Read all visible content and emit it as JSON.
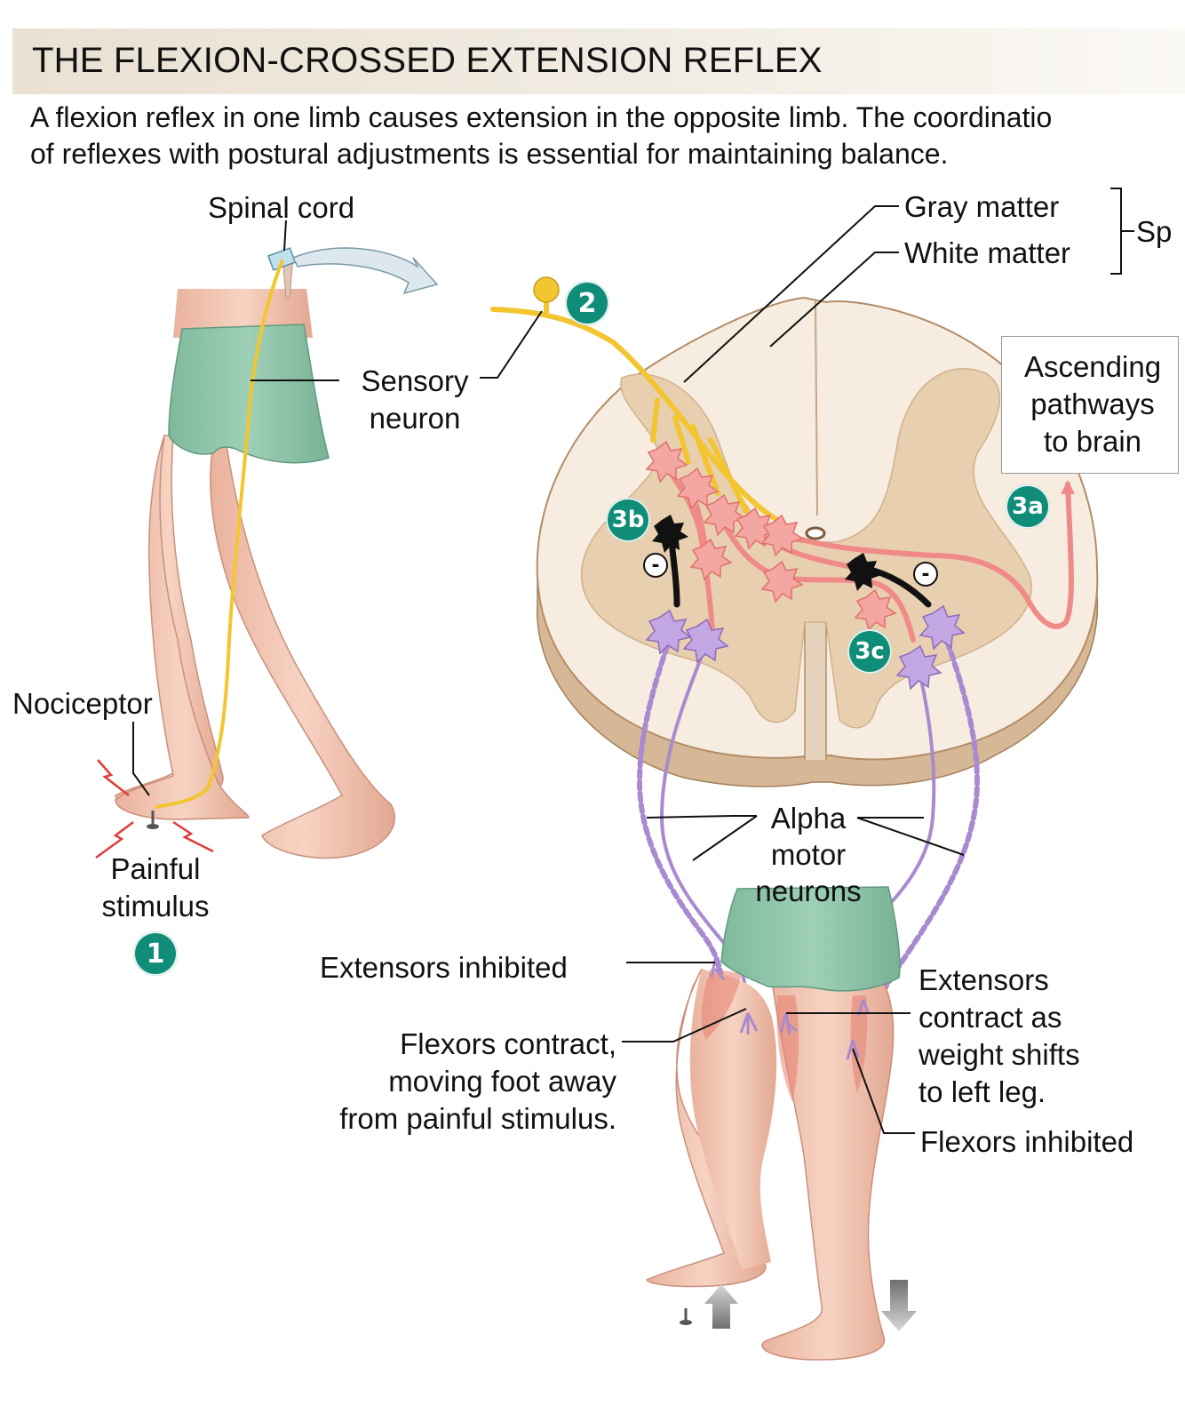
{
  "header": {
    "title": "THE FLEXION-CROSSED EXTENSION REFLEX",
    "subtitle_line1": "A flexion reflex in one limb causes extension in the opposite limb. The coordinatio",
    "subtitle_line2": "of reflexes with postural adjustments is essential for maintaining balance."
  },
  "labels": {
    "spinal_cord": "Spinal cord",
    "gray_matter": "Gray matter",
    "white_matter": "White matter",
    "spinal_bracket": "Sp",
    "sensory_neuron_1": "Sensory",
    "sensory_neuron_2": "neuron",
    "ascending_1": "Ascending",
    "ascending_2": "pathways",
    "ascending_3": "to brain",
    "nociceptor": "Nociceptor",
    "painful_1": "Painful",
    "painful_2": "stimulus",
    "alpha_1": "Alpha",
    "alpha_2": "motor",
    "alpha_3": "neurons",
    "extensors_inhibited": "Extensors inhibited",
    "flexors_contract_1": "Flexors contract,",
    "flexors_contract_2": "moving foot away",
    "flexors_contract_3": "from painful stimulus.",
    "extensors_contract_1": "Extensors",
    "extensors_contract_2": "contract as",
    "extensors_contract_3": "weight shifts",
    "extensors_contract_4": "to left leg.",
    "flexors_inhibited": "Flexors inhibited"
  },
  "steps": {
    "s1": "1",
    "s2": "2",
    "s3a": "3a",
    "s3b": "3b",
    "s3c": "3c",
    "minus": "-"
  },
  "colors": {
    "step_badge": "#0f8d79",
    "sensory_neuron": "#f2c531",
    "interneuron": "#f08a86",
    "motor_neuron": "#a98ad0",
    "inhibitory_neuron": "#111111",
    "gray_matter": "#e8cfb0",
    "white_matter": "#f7ece0",
    "shorts": "#8dc5a9",
    "skin": "#f0c2ae"
  }
}
